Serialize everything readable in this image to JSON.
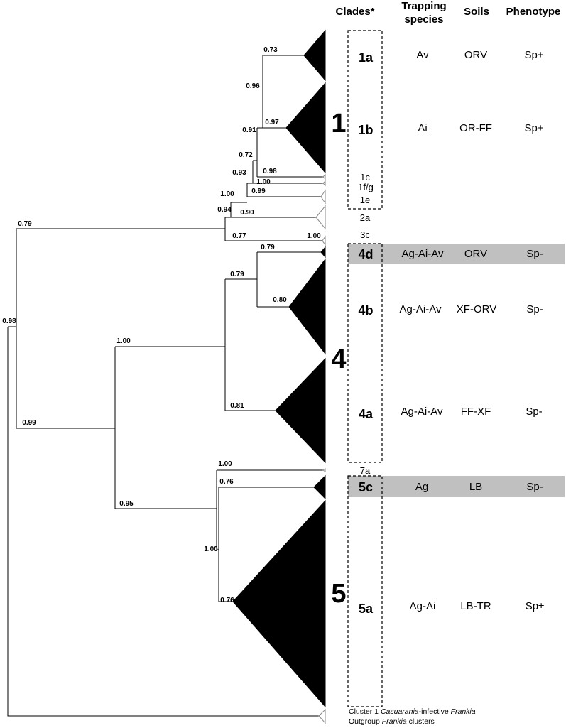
{
  "headers": {
    "clades": "Clades*",
    "trapping_line1": "Trapping",
    "trapping_line2": "species",
    "soils": "Soils",
    "phenotype": "Phenotype"
  },
  "big_clades": [
    "1",
    "4",
    "5"
  ],
  "rows": [
    {
      "clade": "1a",
      "trapping": "Av",
      "soils": "ORV",
      "phenotype": "Sp+"
    },
    {
      "clade": "1b",
      "trapping": "Ai",
      "soils": "OR-FF",
      "phenotype": "Sp+"
    },
    {
      "clade": "4d",
      "trapping": "Ag-Ai-Av",
      "soils": "ORV",
      "phenotype": "Sp-"
    },
    {
      "clade": "4b",
      "trapping": "Ag-Ai-Av",
      "soils": "XF-ORV",
      "phenotype": "Sp-"
    },
    {
      "clade": "4a",
      "trapping": "Ag-Ai-Av",
      "soils": "FF-XF",
      "phenotype": "Sp-"
    },
    {
      "clade": "5c",
      "trapping": "Ag",
      "soils": "LB",
      "phenotype": "Sp-"
    },
    {
      "clade": "5a",
      "trapping": "Ag-Ai",
      "soils": "LB-TR",
      "phenotype": "Sp±"
    }
  ],
  "minor_clades": [
    "1c",
    "1f/g",
    "1e",
    "2a",
    "3c",
    "7a"
  ],
  "support_values": [
    "0.73",
    "0.96",
    "0.97",
    "0.91",
    "0.98",
    "0.72",
    "1.00",
    "0.93",
    "0.99",
    "1.00",
    "0.94",
    "0.90",
    "0.79",
    "0.77",
    "1.00",
    "0.79",
    "0.79",
    "0.80",
    "0.98",
    "1.00",
    "0.81",
    "0.99",
    "1.00",
    "0.76",
    "0.95",
    "1.00",
    "0.76"
  ],
  "footnote": {
    "line1_prefix": "Cluster 1 ",
    "line1_italic1": "Casuarania",
    "line1_mid": "-infective ",
    "line1_italic2": "Frankia",
    "line2_prefix": "Outgroup ",
    "line2_italic": "Frankia",
    "line2_suffix": " clusters"
  },
  "colors": {
    "highlight": "#c0c0c0",
    "line": "#000000",
    "open_triangle": "#888888"
  }
}
